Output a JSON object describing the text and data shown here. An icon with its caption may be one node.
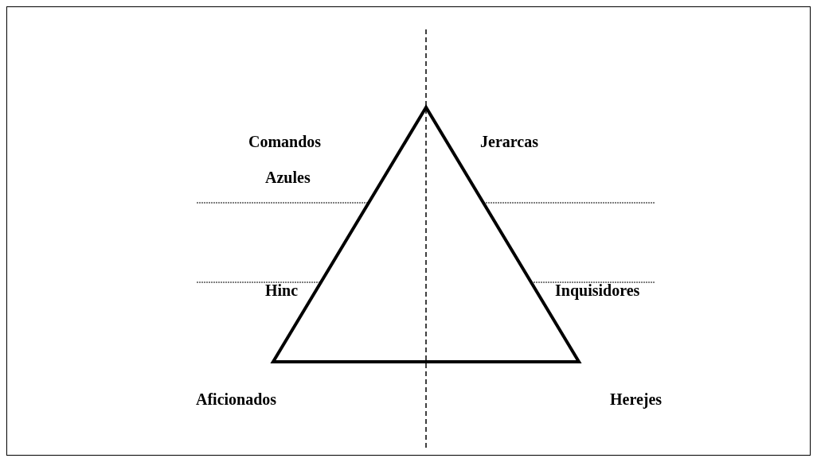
{
  "diagram": {
    "labels": [
      "Comandos",
      "Jerarcas",
      "Azules",
      "Hinc",
      "Inquisidores",
      "Aficionados",
      "Herejes"
    ]
  }
}
